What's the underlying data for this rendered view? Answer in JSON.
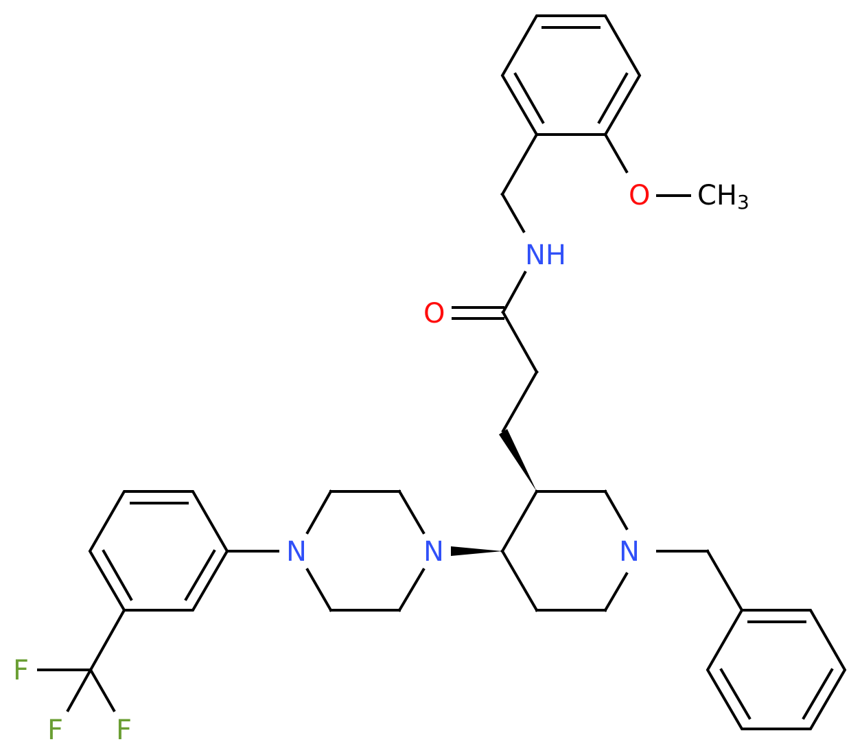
{
  "molecule": {
    "title": "",
    "colors": {
      "bond": "#000000",
      "nitrogen": "#3050F8",
      "oxygen": "#FF0D0D",
      "fluorine": "#6A9E33",
      "carbon_label": "#000000",
      "background": "#FFFFFF"
    },
    "atom_labels": {
      "methoxy_o": "O",
      "methyl_c": "CH",
      "methyl_sub": "3",
      "amide_n": "NH",
      "carbonyl_o": "O",
      "piperazine_n1": "N",
      "piperazine_n4": "N",
      "piperidine_n": "N",
      "fluorine_1": "F",
      "fluorine_2": "F",
      "fluorine_3": "F"
    },
    "stereo_bonds": [
      {
        "type": "wedge",
        "from": "piperidine_C3",
        "to": "propanoyl_CH2"
      },
      {
        "type": "wedge",
        "from": "piperidine_C4",
        "to": "piperazine_N"
      }
    ],
    "groups": [
      "2-methoxybenzyl",
      "amide",
      "propanoyl linker",
      "piperidine",
      "N-benzyl",
      "piperazine",
      "3-(trifluoromethyl)phenyl"
    ]
  }
}
